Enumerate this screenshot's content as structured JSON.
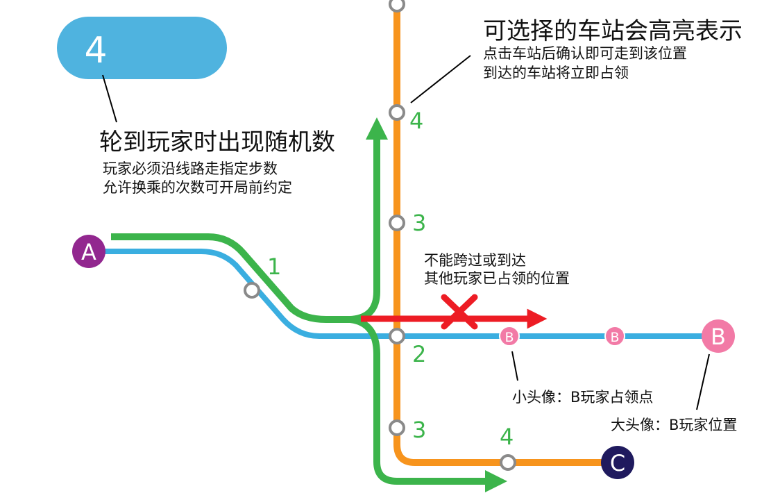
{
  "dice": {
    "value": "4"
  },
  "notes": {
    "dice": {
      "title": "轮到玩家时出现随机数",
      "line1": "玩家必须沿线路走指定步数",
      "line2": "允许换乘的次数可开局前约定"
    },
    "selectable": {
      "title": "可选择的车站会高亮表示",
      "line1": "点击车站后确认即可走到该位置",
      "line2": "到达的车站将立即占领"
    },
    "blocked": {
      "line1": "不能跨过或到达",
      "line2": "其他玩家已占领的位置"
    },
    "small_avatar": "小头像：B玩家占领点",
    "big_avatar": "大头像：B玩家位置"
  },
  "steps": {
    "s1": "1",
    "s2": "2",
    "s3_up": "3",
    "s4_up": "4",
    "s3_down": "3",
    "s4_down": "4"
  },
  "players": {
    "a": "A",
    "b": "B",
    "c": "C"
  },
  "colors": {
    "dice_bg": "#4fb3df",
    "blue_line": "#3aaee0",
    "orange_line": "#f7941d",
    "green_path": "#3cb44b",
    "red_blocked": "#ed1c24",
    "player_a": "#92278f",
    "player_b": "#f27aa6",
    "player_c": "#1f1a5e",
    "station_ring": "#8a8a8a"
  }
}
